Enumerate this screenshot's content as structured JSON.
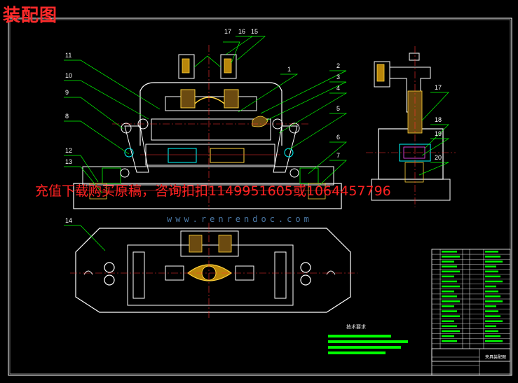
{
  "title": "装配图",
  "watermark": "充值下载购买原稿，咨询扣扣1149951605或1064457796",
  "website": "www.renrendoc.com",
  "tech_requirements_heading": "技术要求",
  "title_block_name": "夹具装配图",
  "part_labels": [
    "1",
    "2",
    "3",
    "4",
    "5",
    "6",
    "7",
    "8",
    "9",
    "10",
    "11",
    "12",
    "13",
    "14",
    "15",
    "16",
    "17",
    "17",
    "18",
    "19",
    "20"
  ],
  "colors": {
    "background": "#000000",
    "frame": "#ffffff",
    "leader": "#00ff00",
    "part": "#ffffff",
    "hatch": "#ffd23a",
    "centerline": "#ff3030",
    "cyan_detail": "#00ffff",
    "magenta_detail": "#ff4dff",
    "watermark": "#ff2222"
  }
}
